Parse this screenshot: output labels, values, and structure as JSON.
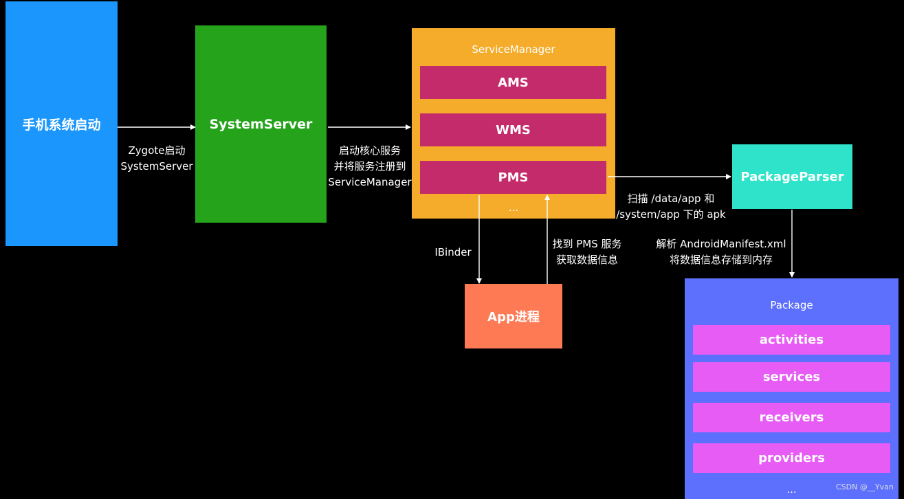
{
  "nodes": {
    "phone_boot": "手机系统启动",
    "system_server": "SystemServer",
    "service_manager": {
      "title": "ServiceManager",
      "services": [
        "AMS",
        "WMS",
        "PMS"
      ],
      "more": "..."
    },
    "package_parser": "PackageParser",
    "app_process": "App进程",
    "package": {
      "title": "Package",
      "items": [
        "activities",
        "services",
        "receivers",
        "providers"
      ],
      "more": "..."
    }
  },
  "edges": {
    "zygote": [
      "Zygote启动",
      "SystemServer"
    ],
    "register": [
      "启动核心服务",
      "并将服务注册到",
      "ServiceManager"
    ],
    "scan": [
      "扫描 /data/app 和",
      "/system/app 下的 apk"
    ],
    "ibinder": "IBinder",
    "find_pms": [
      "找到 PMS 服务",
      "获取数据信息"
    ],
    "parse": [
      "解析 AndroidManifest.xml",
      "将数据信息存储到内存"
    ]
  },
  "watermark": "CSDN @__Yvan",
  "colors": {
    "phone_boot": "#1a96fc",
    "system_server": "#24a31b",
    "service_manager": "#f5ac2a",
    "service_item": "#c42b6a",
    "package_parser": "#2ee3c9",
    "app_process": "#fd7a55",
    "package": "#5c6ffd",
    "package_item": "#e65cf4"
  }
}
